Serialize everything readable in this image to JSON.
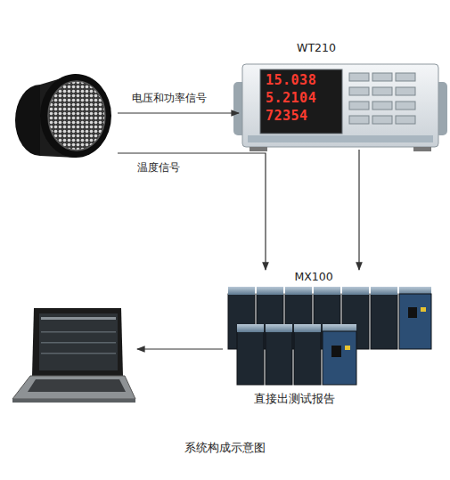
{
  "diagram": {
    "caption": "系统构成示意图",
    "nodes": [
      {
        "text": []
      },
      {
        "text": [
          "WT210",
          "15.038",
          "5.2104",
          "72354"
        ]
      },
      {
        "text": [
          "MX100",
          "直接出测试报告"
        ]
      },
      {
        "text": []
      }
    ],
    "edges": [
      {
        "from": 0,
        "to": 1,
        "arrow": "to",
        "label": "电压和功率信号"
      },
      {
        "from": 0,
        "to": 2,
        "arrow": "to",
        "label": "温度信号"
      },
      {
        "from": 1,
        "to": 2,
        "arrow": "to"
      },
      {
        "from": 2,
        "to": 3,
        "arrow": "to"
      }
    ]
  }
}
